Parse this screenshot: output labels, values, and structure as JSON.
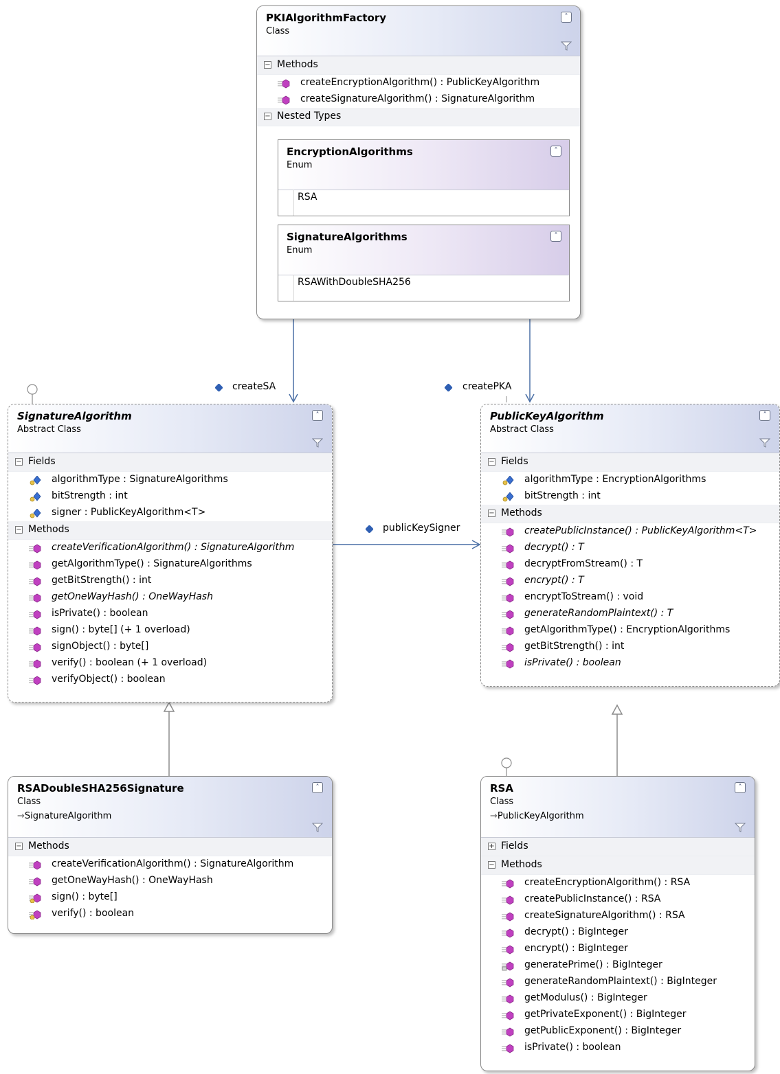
{
  "factory": {
    "name": "PKIAlgorithmFactory",
    "stereotype": "Class",
    "methods_label": "Methods",
    "methods": [
      {
        "text": "createEncryptionAlgorithm() : PublicKeyAlgorithm",
        "italic": false
      },
      {
        "text": "createSignatureAlgorithm() : SignatureAlgorithm",
        "italic": false
      }
    ],
    "nested_label": "Nested Types",
    "enums": [
      {
        "name": "EncryptionAlgorithms",
        "stereotype": "Enum",
        "value": "RSA"
      },
      {
        "name": "SignatureAlgorithms",
        "stereotype": "Enum",
        "value": "RSAWithDoubleSHA256"
      }
    ]
  },
  "signature_algorithm": {
    "name": "SignatureAlgorithm",
    "stereotype": "Abstract Class",
    "fields_label": "Fields",
    "fields": [
      {
        "text": "algorithmType : SignatureAlgorithms"
      },
      {
        "text": "bitStrength : int"
      },
      {
        "text": "signer : PublicKeyAlgorithm<T>"
      }
    ],
    "methods_label": "Methods",
    "methods": [
      {
        "text": "createVerificationAlgorithm() : SignatureAlgorithm",
        "italic": true
      },
      {
        "text": "getAlgorithmType() : SignatureAlgorithms",
        "italic": false
      },
      {
        "text": "getBitStrength() : int",
        "italic": false
      },
      {
        "text": "getOneWayHash() : OneWayHash",
        "italic": true
      },
      {
        "text": "isPrivate() : boolean",
        "italic": false
      },
      {
        "text": "sign() : byte[] (+ 1 overload)",
        "italic": false
      },
      {
        "text": "signObject() : byte[]",
        "italic": false
      },
      {
        "text": "verify() : boolean (+ 1 overload)",
        "italic": false
      },
      {
        "text": "verifyObject() : boolean",
        "italic": false
      }
    ]
  },
  "public_key_algorithm": {
    "name": "PublicKeyAlgorithm",
    "stereotype": "Abstract Class",
    "fields_label": "Fields",
    "fields": [
      {
        "text": "algorithmType : EncryptionAlgorithms"
      },
      {
        "text": "bitStrength : int"
      }
    ],
    "methods_label": "Methods",
    "methods": [
      {
        "text": "createPublicInstance() : PublicKeyAlgorithm<T>",
        "italic": true
      },
      {
        "text": "decrypt() : T",
        "italic": true
      },
      {
        "text": "decryptFromStream() : T",
        "italic": false
      },
      {
        "text": "encrypt() : T",
        "italic": true
      },
      {
        "text": "encryptToStream() : void",
        "italic": false
      },
      {
        "text": "generateRandomPlaintext() : T",
        "italic": true
      },
      {
        "text": "getAlgorithmType() : EncryptionAlgorithms",
        "italic": false
      },
      {
        "text": "getBitStrength() : int",
        "italic": false
      },
      {
        "text": "isPrivate() : boolean",
        "italic": true
      }
    ]
  },
  "rsa_signature": {
    "name": "RSADoubleSHA256Signature",
    "stereotype": "Class",
    "base": "SignatureAlgorithm",
    "methods_label": "Methods",
    "methods": [
      {
        "text": "createVerificationAlgorithm() : SignatureAlgorithm",
        "icon": "method"
      },
      {
        "text": "getOneWayHash() : OneWayHash",
        "icon": "method"
      },
      {
        "text": "sign() : byte[]",
        "icon": "private-method"
      },
      {
        "text": "verify() : boolean",
        "icon": "private-method"
      }
    ]
  },
  "rsa": {
    "name": "RSA",
    "stereotype": "Class",
    "base": "PublicKeyAlgorithm",
    "fields_label": "Fields",
    "methods_label": "Methods",
    "methods": [
      {
        "text": "createEncryptionAlgorithm() : RSA",
        "icon": "method"
      },
      {
        "text": "createPublicInstance() : RSA",
        "icon": "method"
      },
      {
        "text": "createSignatureAlgorithm() : RSA",
        "icon": "method"
      },
      {
        "text": "decrypt() : BigInteger",
        "icon": "method"
      },
      {
        "text": "encrypt() : BigInteger",
        "icon": "method"
      },
      {
        "text": "generatePrime() : BigInteger",
        "icon": "locked-method"
      },
      {
        "text": "generateRandomPlaintext() : BigInteger",
        "icon": "method"
      },
      {
        "text": "getModulus() : BigInteger",
        "icon": "method"
      },
      {
        "text": "getPrivateExponent() : BigInteger",
        "icon": "method"
      },
      {
        "text": "getPublicExponent() : BigInteger",
        "icon": "method"
      },
      {
        "text": "isPrivate() : boolean",
        "icon": "method"
      }
    ]
  },
  "connectors": {
    "create_sa": "createSA",
    "create_pka": "createPKA",
    "public_key_signer": "publicKeySigner"
  },
  "colors": {
    "association_line": "#4a6fa5",
    "inheritance_line": "#8c8c8c",
    "method_icon": "#c040c0",
    "field_icon": "#3a6fd0"
  }
}
